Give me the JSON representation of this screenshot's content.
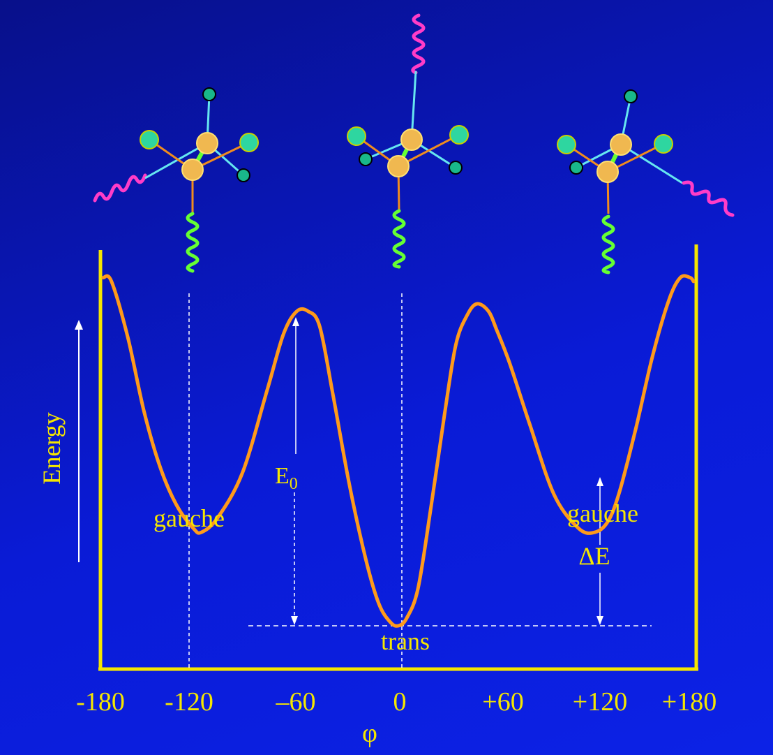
{
  "colors": {
    "axis": "#f5e600",
    "curve": "#ff9a1a",
    "text": "#f5e600",
    "guide": "#ffffff",
    "bond_orange": "#f08c1e",
    "bond_cyan": "#66e6f0",
    "bond_green": "#66ff33",
    "atom_carbon": "#f0b850",
    "atom_side": "#2ed6a0",
    "chain_magenta": "#ff3cc8",
    "chain_green": "#66ff33"
  },
  "chart_data": {
    "type": "line",
    "xlabel": "φ",
    "ylabel": "Energy",
    "xlim": [
      -180,
      180
    ],
    "x_ticks": [
      "-180",
      "-120",
      "–60",
      "0",
      "+60",
      "+120",
      "+180"
    ],
    "tick_values": [
      -180,
      -120,
      -60,
      0,
      60,
      120,
      180
    ],
    "series": [
      {
        "x": [
          -180,
          -175,
          -165,
          -155,
          -145,
          -135,
          -125,
          -120,
          -110,
          -95,
          -80,
          -70,
          -62,
          -55,
          -48,
          -40,
          -30,
          -20,
          -12,
          -5,
          0,
          5,
          12,
          20,
          28,
          35,
          42,
          48,
          55,
          60,
          68,
          80,
          95,
          110,
          120,
          128,
          135,
          145,
          155,
          165,
          172,
          178,
          180
        ],
        "y": [
          0.93,
          0.92,
          0.77,
          0.57,
          0.42,
          0.32,
          0.26,
          0.25,
          0.29,
          0.41,
          0.63,
          0.78,
          0.84,
          0.84,
          0.8,
          0.62,
          0.38,
          0.18,
          0.06,
          0.01,
          0.0,
          0.02,
          0.1,
          0.32,
          0.56,
          0.75,
          0.83,
          0.86,
          0.84,
          0.79,
          0.7,
          0.54,
          0.35,
          0.26,
          0.25,
          0.28,
          0.36,
          0.53,
          0.72,
          0.87,
          0.93,
          0.93,
          0.92
        ]
      }
    ]
  },
  "annotations": {
    "e0": "E",
    "e0_sub": "0",
    "delta_e": "ΔE",
    "gauche_left": "gauche",
    "gauche_right": "gauche",
    "trans": "trans"
  },
  "molecules": [
    {
      "position": "-120",
      "upper_chain": "left",
      "chain_colors": [
        "magenta",
        "green"
      ]
    },
    {
      "position": "0",
      "upper_chain": "top",
      "chain_colors": [
        "magenta",
        "green"
      ]
    },
    {
      "position": "+120",
      "upper_chain": "right",
      "chain_colors": [
        "magenta",
        "green"
      ]
    }
  ]
}
